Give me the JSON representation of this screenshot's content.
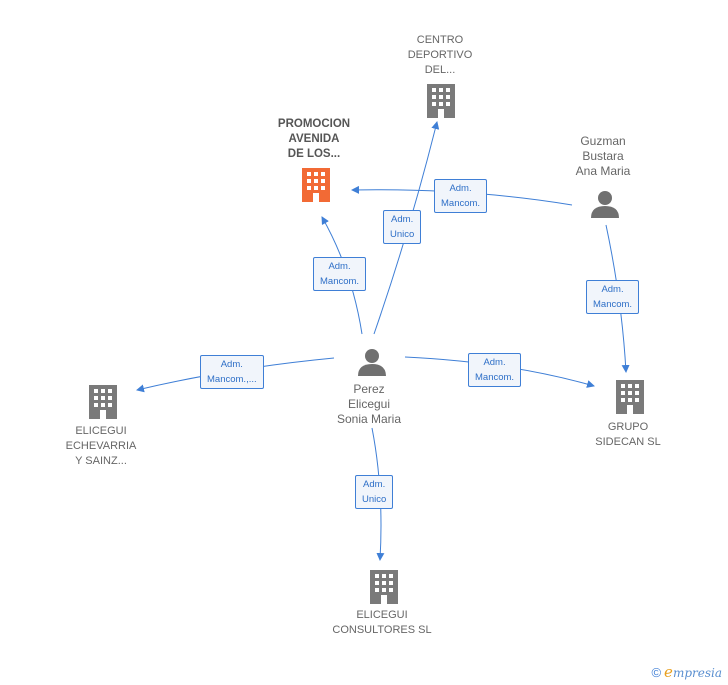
{
  "colors": {
    "edge": "#3f7fd6",
    "building": "#7a7a7a",
    "building_highlight": "#f26a35",
    "person": "#707070"
  },
  "nodes": {
    "promocion": {
      "lines": [
        "PROMOCION",
        "AVENIDA",
        "DE LOS..."
      ],
      "icon": "building-icon"
    },
    "centro": {
      "lines": [
        "CENTRO",
        "DEPORTIVO",
        "DEL..."
      ],
      "icon": "building-icon"
    },
    "guzman": {
      "lines": [
        "Guzman",
        "Bustara",
        "Ana Maria"
      ],
      "icon": "person-icon"
    },
    "perez": {
      "lines": [
        "Perez",
        "Elicegui",
        "Sonia Maria"
      ],
      "icon": "person-icon"
    },
    "elicegui_echevarria": {
      "lines": [
        "ELICEGUI",
        "ECHEVARRIA",
        "Y SAINZ..."
      ],
      "icon": "building-icon"
    },
    "grupo_sidecan": {
      "lines": [
        "GRUPO",
        "SIDECAN  SL"
      ],
      "icon": "building-icon"
    },
    "elicegui_consultores": {
      "lines": [
        "ELICEGUI",
        "CONSULTORES SL"
      ],
      "icon": "building-icon"
    }
  },
  "edges": {
    "guzman_promocion": [
      "Adm.",
      "Mancom."
    ],
    "perez_centro": [
      "Adm.",
      "Unico"
    ],
    "perez_promocion": [
      "Adm.",
      "Mancom."
    ],
    "guzman_grupo": [
      "Adm.",
      "Mancom."
    ],
    "perez_echevarria": [
      "Adm.",
      "Mancom.,..."
    ],
    "perez_grupo": [
      "Adm.",
      "Mancom."
    ],
    "perez_consultores": [
      "Adm.",
      "Unico"
    ]
  },
  "footer": {
    "copyright": "©",
    "brand_initial": "e",
    "brand_rest": "mpresia"
  }
}
